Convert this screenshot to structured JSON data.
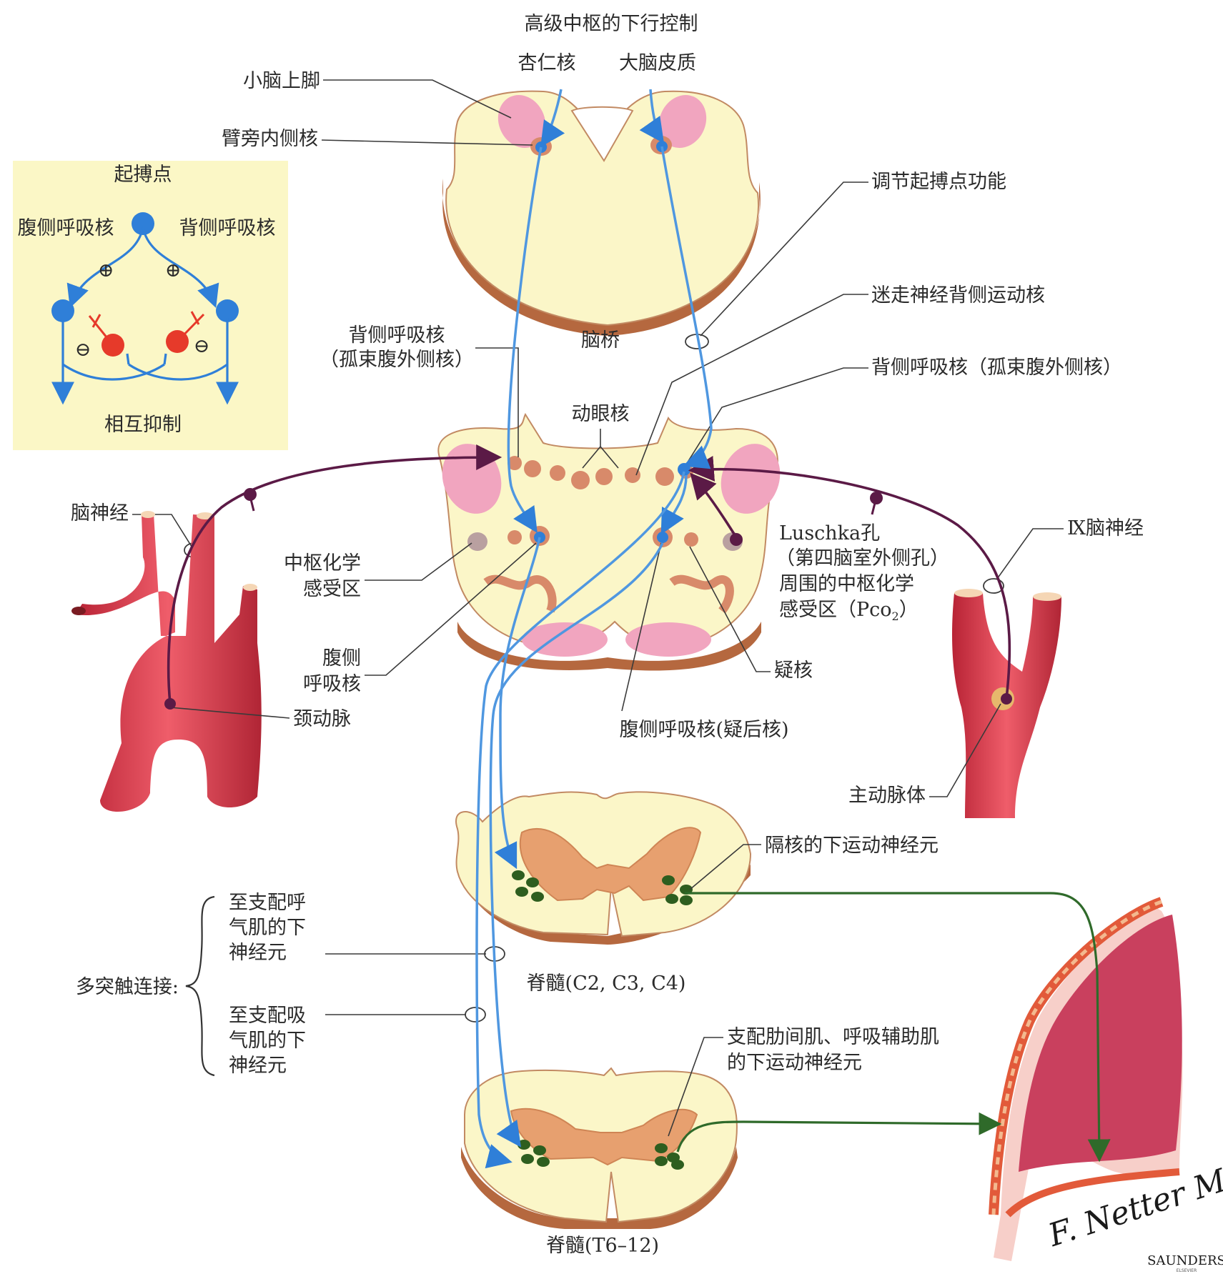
{
  "title": "高级中枢的下行控制",
  "top_sources": {
    "amygdala": "杏仁核",
    "cortex": "大脑皮质"
  },
  "pons": {
    "label": "脑桥",
    "superior_cerebellar_peduncle": "小脑上脚",
    "medial_parabrachial": "臂旁内侧核"
  },
  "pacemaker_inset": {
    "title": "起搏点",
    "ventral": "腹侧呼吸核",
    "dorsal": "背侧呼吸核",
    "plus": "⊕",
    "minus": "⊖",
    "mutual": "相互抑制"
  },
  "medulla": {
    "modulate_pacemaker": "调节起搏点功能",
    "vagus_dorsal_motor": "迷走神经背侧运动核",
    "dorsal_resp_right": "背侧呼吸核（孤束腹外侧核）",
    "dorsal_resp_left_1": "背侧呼吸核",
    "dorsal_resp_left_2": "（孤束腹外侧核）",
    "oculomotor": "动眼核",
    "cranial_nerve": "脑神经",
    "central_chemo_1": "中枢化学",
    "central_chemo_2": "感受区",
    "ventral_resp_1": "腹侧",
    "ventral_resp_2": "呼吸核",
    "carotid": "颈动脉",
    "luschka_1": "Luschka孔",
    "luschka_2": "（第四脑室外侧孔）",
    "luschka_3": "周围的中枢化学",
    "luschka_4": "感受区（Pco",
    "luschka_4_sub": "2",
    "luschka_4_end": "）",
    "ambiguus": "疑核",
    "ventral_resp_retro": "腹侧呼吸核(疑后核)",
    "ix_nerve": "Ⅸ脑神经",
    "aortic_body": "主动脉体"
  },
  "spinal": {
    "phrenic_motor": "隔核的下运动神经元",
    "c_label": "脊髓(C2, C3, C4)",
    "multisynaptic": "多突触连接:",
    "exp_1": "至支配呼",
    "exp_2": "气肌的下",
    "exp_3": "神经元",
    "insp_1": "至支配吸",
    "insp_2": "气肌的下",
    "insp_3": "神经元",
    "intercostal_1": "支配肋间肌、呼吸辅助肌",
    "intercostal_2": "的下运动神经元",
    "t_label": "脊髓(T6–12)"
  },
  "signature": {
    "name": "F. Netter M.D.",
    "publisher": "SAUNDERS",
    "sub": "ELSEVIER"
  },
  "colors": {
    "descending": "#4f97e0",
    "afferent": "#5b1a46",
    "efferent": "#2f6a2a",
    "tissue": "#fbf6c8",
    "nucleus": "#d88a6a",
    "artery": "#d8394a",
    "inset_bg": "#fbf7c6"
  }
}
